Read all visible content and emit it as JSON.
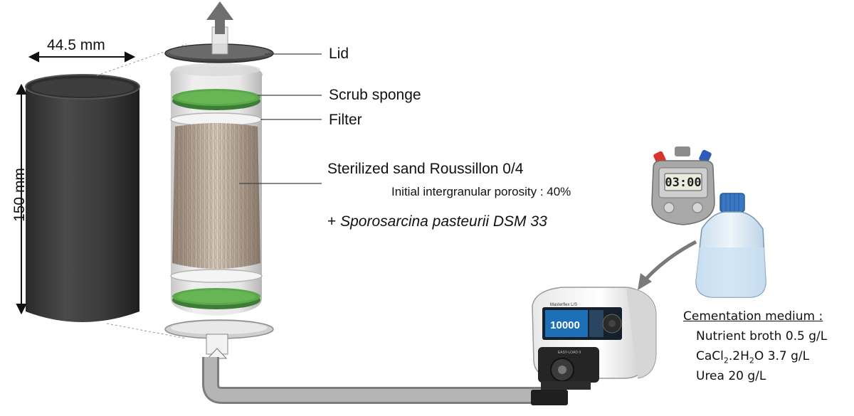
{
  "dimensions": {
    "width_label": "44.5 mm",
    "height_label": "150 mm"
  },
  "labels": {
    "lid": "Lid",
    "sponge": "Scrub sponge",
    "filter": "Filter",
    "sand": "Sterilized sand Roussillon 0/4",
    "porosity": "Initial intergranular porosity : 40%",
    "bacteria_prefix": "+ ",
    "bacteria": "Sporosarcina pasteurii DSM 33"
  },
  "timer": {
    "display": "03:00"
  },
  "pump": {
    "display": "10000",
    "brand": "Masterflex L/S",
    "easyload": "EASY-LOAD II"
  },
  "medium": {
    "title": "Cementation medium :",
    "nutrient": "Nutrient broth 0.5 g/L",
    "cacl_prefix": "CaCl",
    "cacl_sub1": "2",
    "cacl_mid": ".2H",
    "cacl_sub2": "2",
    "cacl_suffix": "O 3.7 g/L",
    "urea": "Urea 20 g/L"
  },
  "colors": {
    "sponge": "#5aa84a",
    "column": "#3a3a3a",
    "sand": "#bfae9c",
    "tube": "#a9a9a9",
    "bottle": "#dcebf7",
    "pump_screen": "#1d6fb8"
  }
}
